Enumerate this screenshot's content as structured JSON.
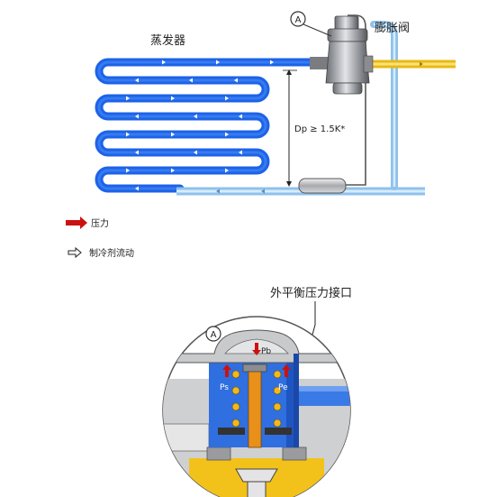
{
  "top_diagram": {
    "evaporator_label": "蒸发器",
    "expansion_valve_label": "膨胀阀",
    "marker_a": "A",
    "dp_label": "Dp ≥ 1.5K*"
  },
  "legend": {
    "pressure": "压力",
    "refrigerant_flow": "制冷剂流动"
  },
  "bottom_diagram": {
    "external_port_label": "外平衡压力接口",
    "marker_a": "A",
    "pb": "Pb",
    "ps": "Ps",
    "pe": "Pe"
  },
  "colors": {
    "pipe_blue": "#1d63e8",
    "pipe_light": "#a9d2f2",
    "liquid_yellow": "#f2c21a",
    "pressure_red": "#cc1111",
    "spring_orange": "#e8901a",
    "chamber_blue": "#2f6fe0"
  }
}
